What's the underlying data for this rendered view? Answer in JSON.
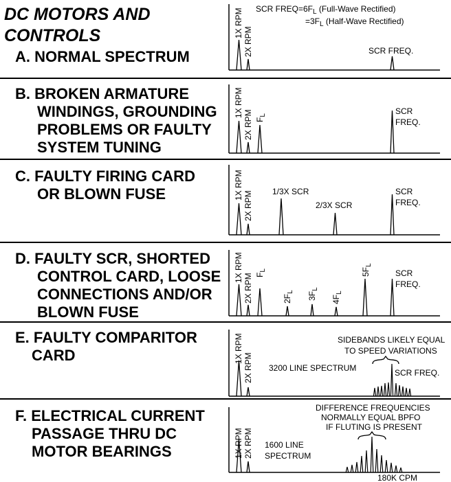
{
  "header": {
    "title_line1": "DC MOTORS AND",
    "title_line2": "CONTROLS"
  },
  "scr_note": {
    "line1_prefix": "SCR FREQ=6F",
    "line1_sub": "L",
    "line1_suffix": " (Full-Wave Rectified)",
    "line2_prefix": "=3F",
    "line2_sub": "L",
    "line2_suffix": " (Half-Wave Rectified)"
  },
  "sections": [
    {
      "id": "a",
      "label_lines": [
        "A. NORMAL SPECTRUM"
      ]
    },
    {
      "id": "b",
      "label_lines": [
        "B. BROKEN ARMATURE",
        "WINDINGS, GROUNDING",
        "PROBLEMS OR FAULTY",
        "SYSTEM TUNING"
      ]
    },
    {
      "id": "c",
      "label_lines": [
        "C. FAULTY FIRING CARD",
        "OR BLOWN FUSE"
      ]
    },
    {
      "id": "d",
      "label_lines": [
        "D. FAULTY SCR, SHORTED",
        "CONTROL CARD, LOOSE",
        "CONNECTIONS AND/OR",
        "BLOWN FUSE"
      ]
    },
    {
      "id": "e",
      "label_lines": [
        "E. FAULTY COMPARITOR",
        "CARD"
      ]
    },
    {
      "id": "f",
      "label_lines": [
        "F. ELECTRICAL CURRENT",
        "PASSAGE THRU DC",
        "MOTOR BEARINGS"
      ]
    }
  ],
  "spectra": {
    "a": {
      "peaks": [
        {
          "text": "1X RPM",
          "rotated": true
        },
        {
          "text": "2X RPM",
          "rotated": true
        },
        {
          "text": "SCR FREQ.",
          "rotated": false
        }
      ]
    },
    "b": {
      "peaks": [
        {
          "text": "1X RPM",
          "rotated": true
        },
        {
          "text": "2X RPM",
          "rotated": true
        },
        {
          "text": "F",
          "sub": "L",
          "rotated": true
        },
        {
          "text_lines": [
            "SCR",
            "FREQ."
          ],
          "rotated": false
        }
      ]
    },
    "c": {
      "peaks": [
        {
          "text": "1X RPM",
          "rotated": true
        },
        {
          "text": "2X RPM",
          "rotated": true
        },
        {
          "text": "1/3X SCR",
          "rotated": false
        },
        {
          "text": "2/3X SCR",
          "rotated": false
        },
        {
          "text_lines": [
            "SCR",
            "FREQ."
          ],
          "rotated": false
        }
      ]
    },
    "d": {
      "peaks": [
        {
          "text": "1X RPM",
          "rotated": true
        },
        {
          "text": "2X RPM",
          "rotated": true
        },
        {
          "text": "F",
          "sub": "L",
          "rotated": true
        },
        {
          "text": "2F",
          "sub": "L",
          "rotated": true
        },
        {
          "text": "3F",
          "sub": "L",
          "rotated": true
        },
        {
          "text": "4F",
          "sub": "L",
          "rotated": true
        },
        {
          "text": "5F",
          "sub": "L",
          "rotated": true
        },
        {
          "text_lines": [
            "SCR",
            "FREQ."
          ],
          "rotated": false
        }
      ]
    },
    "e": {
      "annotation_lines": [
        "SIDEBANDS LIKELY EQUAL",
        "TO SPEED VARIATIONS"
      ],
      "note": "3200 LINE SPECTRUM",
      "peaks": [
        {
          "text": "1X RPM",
          "rotated": true
        },
        {
          "text": "2X RPM",
          "rotated": true
        },
        {
          "text": "SCR FREQ.",
          "rotated": false
        }
      ]
    },
    "f": {
      "annotation_lines": [
        "DIFFERENCE FREQUENCIES",
        "NORMALLY EQUAL BPFO",
        "IF FLUTING IS PRESENT"
      ],
      "note_lines": [
        "1600 LINE",
        "SPECTRUM"
      ],
      "axis_end_label": "180K CPM",
      "peaks": [
        {
          "text": "1X RPM",
          "rotated": true
        },
        {
          "text": "2X RPM",
          "rotated": true
        }
      ]
    }
  }
}
